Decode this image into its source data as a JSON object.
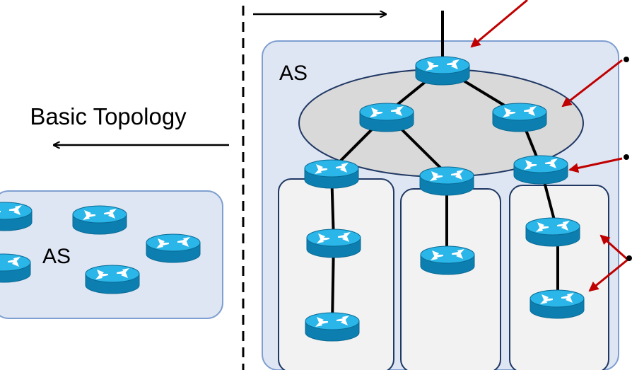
{
  "labels": {
    "basic_topology": "Basic Topology",
    "as_left": "AS",
    "as_right": "AS"
  },
  "colors": {
    "as_box_fill": "#dfe6f3",
    "as_box_stroke": "#7f9fd0",
    "core_ellipse_fill": "#d9d9d9",
    "subdomain_fill": "#f2f2f2",
    "subdomain_stroke": "#1f3864",
    "link": "#000000",
    "pointer_arrow": "#c00000",
    "router_top": "#2ab6e8",
    "router_side": "#0c7fb0",
    "router_glyph": "#ffffff"
  },
  "icons": [
    "router-icon",
    "arrow-right-icon",
    "arrow-left-icon",
    "red-pointer-arrow-icon",
    "bullet-icon"
  ]
}
